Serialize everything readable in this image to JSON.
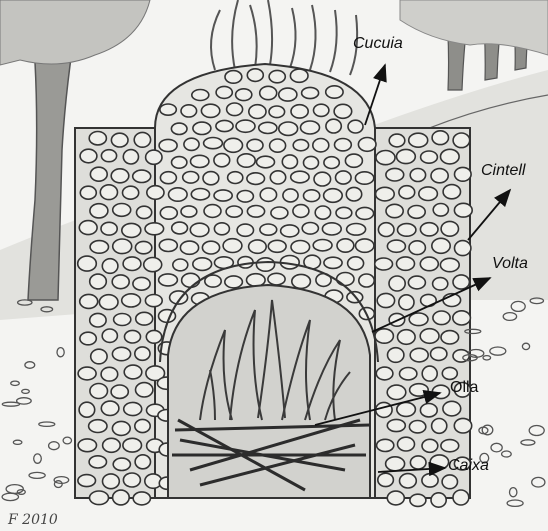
{
  "labels": {
    "cucuia": "Cucuia",
    "cintell": "Cintell",
    "volta": "Volta",
    "olla": "Olla",
    "caixa": "Caixa"
  },
  "signature": "F 2010",
  "colors": {
    "paper": "#f4f4f2",
    "pencil": "#333333",
    "shade": "#b9b9b5",
    "light_shade": "#d6d6d2"
  }
}
